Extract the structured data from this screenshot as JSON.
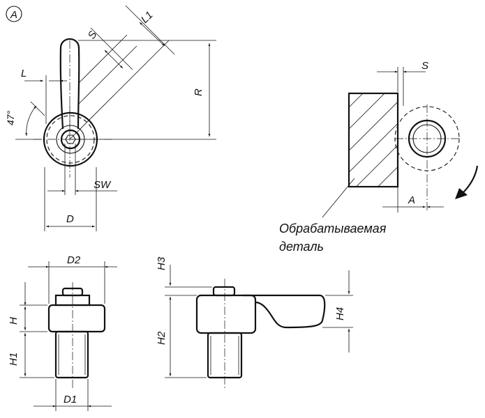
{
  "marker": "A",
  "dimensions": {
    "S_top": "S",
    "L1": "L1",
    "L": "L",
    "R": "R",
    "angle": "47°",
    "SW": "SW",
    "D": "D",
    "S_right": "S",
    "A": "A",
    "D2": "D2",
    "H": "H",
    "H1": "H1",
    "D1": "D1",
    "H3": "H3",
    "H2": "H2",
    "H4": "H4"
  },
  "caption_line1": "Обрабатываемая",
  "caption_line2": "деталь"
}
